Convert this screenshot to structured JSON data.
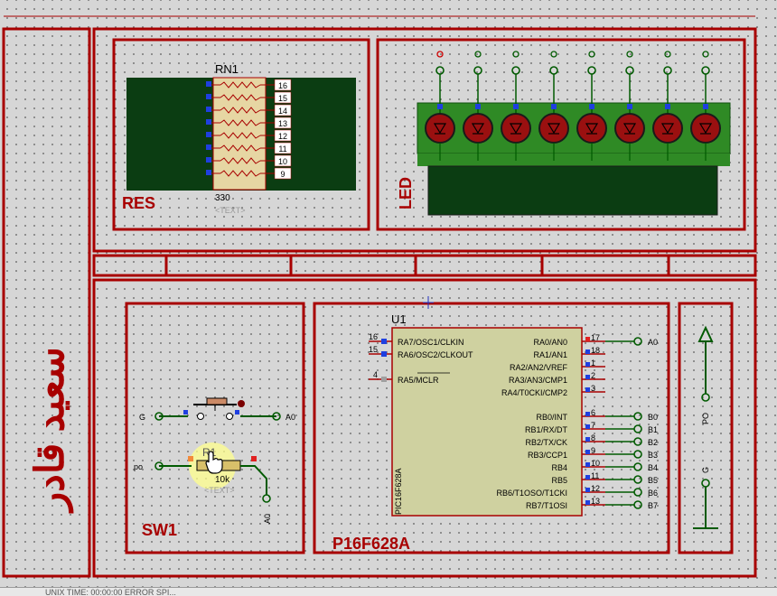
{
  "colors": {
    "frame": "#a80000",
    "wire": "#005a00",
    "chip_fill": "#cfd1a0",
    "board": "#0b3d12",
    "led_board": "#2f8a25",
    "terminal": "#005a00"
  },
  "title_vertical": "سعيد قادر",
  "res": {
    "label": "RES",
    "name": "RN1",
    "value": "330",
    "text_placeholder": "<TEXT>",
    "pins": [
      "16",
      "15",
      "14",
      "13",
      "12",
      "11",
      "10",
      "9"
    ]
  },
  "led": {
    "label": "LED"
  },
  "sw": {
    "label": "SW1",
    "ref": "R1",
    "value": "10k",
    "text_placeholder": "<TEXT>",
    "left_terminal": "G",
    "right_terminal": "A0",
    "pot_input": "po",
    "pot_output": "A0"
  },
  "mcu": {
    "label": "P16F628A",
    "ref": "U1",
    "part": "PIC16F628A",
    "left_pins": [
      {
        "num": "16",
        "name": "RA7/OSC1/CLKIN"
      },
      {
        "num": "15",
        "name": "RA6/OSC2/CLKOUT"
      },
      {
        "num": "4",
        "name": "RA5/MCLR"
      }
    ],
    "right_pins": [
      {
        "num": "17",
        "name": "RA0/AN0",
        "net": "A0"
      },
      {
        "num": "18",
        "name": "RA1/AN1",
        "net": ""
      },
      {
        "num": "1",
        "name": "RA2/AN2/VREF",
        "net": ""
      },
      {
        "num": "2",
        "name": "RA3/AN3/CMP1",
        "net": ""
      },
      {
        "num": "3",
        "name": "RA4/T0CKI/CMP2",
        "net": ""
      },
      {
        "num": "6",
        "name": "RB0/INT",
        "net": "B0"
      },
      {
        "num": "7",
        "name": "RB1/RX/DT",
        "net": "B1"
      },
      {
        "num": "8",
        "name": "RB2/TX/CK",
        "net": "B2"
      },
      {
        "num": "9",
        "name": "RB3/CCP1",
        "net": "B3"
      },
      {
        "num": "10",
        "name": "RB4",
        "net": "B4"
      },
      {
        "num": "11",
        "name": "RB5",
        "net": "B5"
      },
      {
        "num": "12",
        "name": "RB6/T1OSO/T1CKI",
        "net": "B6"
      },
      {
        "num": "13",
        "name": "RB7/T1OSI",
        "net": "B7"
      }
    ]
  },
  "power": {
    "label_top": "PO",
    "label_bottom": "G"
  },
  "status": "UNIX TIME: 00:00:00 ERROR SPI..."
}
